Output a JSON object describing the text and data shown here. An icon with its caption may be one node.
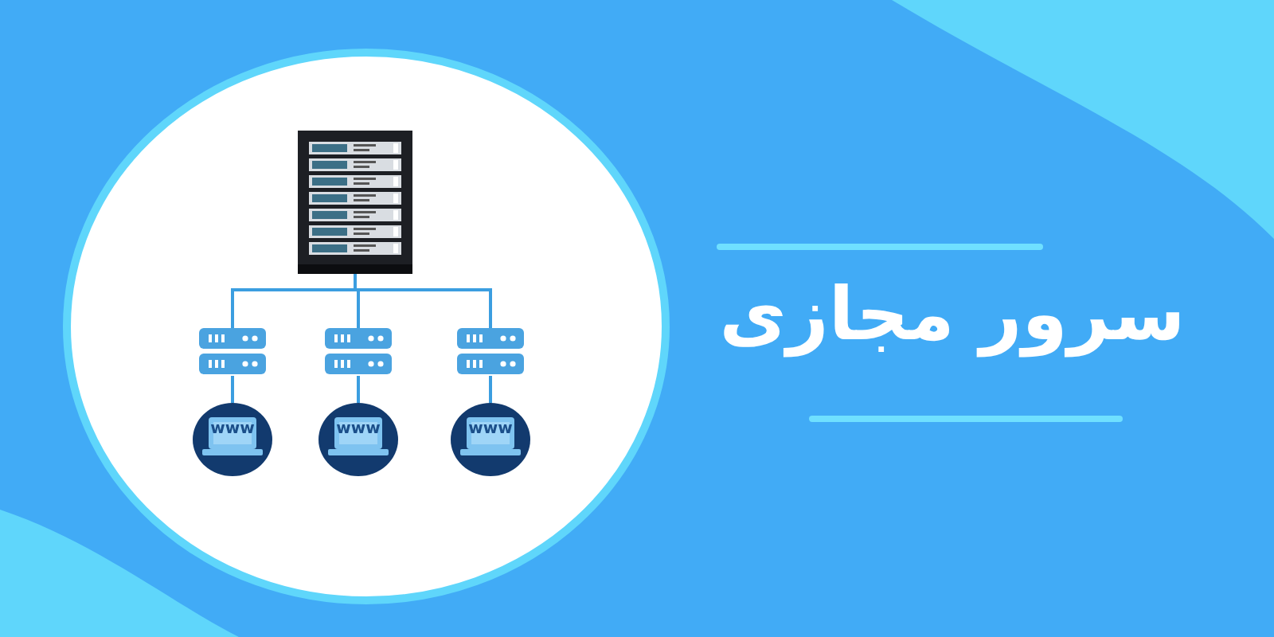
{
  "diagram": {
    "title": "سرور مجازی",
    "nodes": [
      {
        "text": [],
        "shape": "picture"
      },
      {
        "text": [],
        "shape": "picture"
      },
      {
        "text": [],
        "shape": "picture"
      },
      {
        "text": [],
        "shape": "picture"
      },
      {
        "text": [
          "www"
        ]
      },
      {
        "text": [
          "www"
        ]
      },
      {
        "text": [
          "www"
        ]
      }
    ],
    "edges": [
      {
        "from": 0,
        "to": 1,
        "arrow": "none"
      },
      {
        "from": 0,
        "to": 2,
        "arrow": "none"
      },
      {
        "from": 0,
        "to": 3,
        "arrow": "none"
      },
      {
        "from": 1,
        "to": 4,
        "arrow": "none"
      },
      {
        "from": 2,
        "to": 5,
        "arrow": "none"
      },
      {
        "from": 3,
        "to": 6,
        "arrow": "none"
      }
    ]
  }
}
